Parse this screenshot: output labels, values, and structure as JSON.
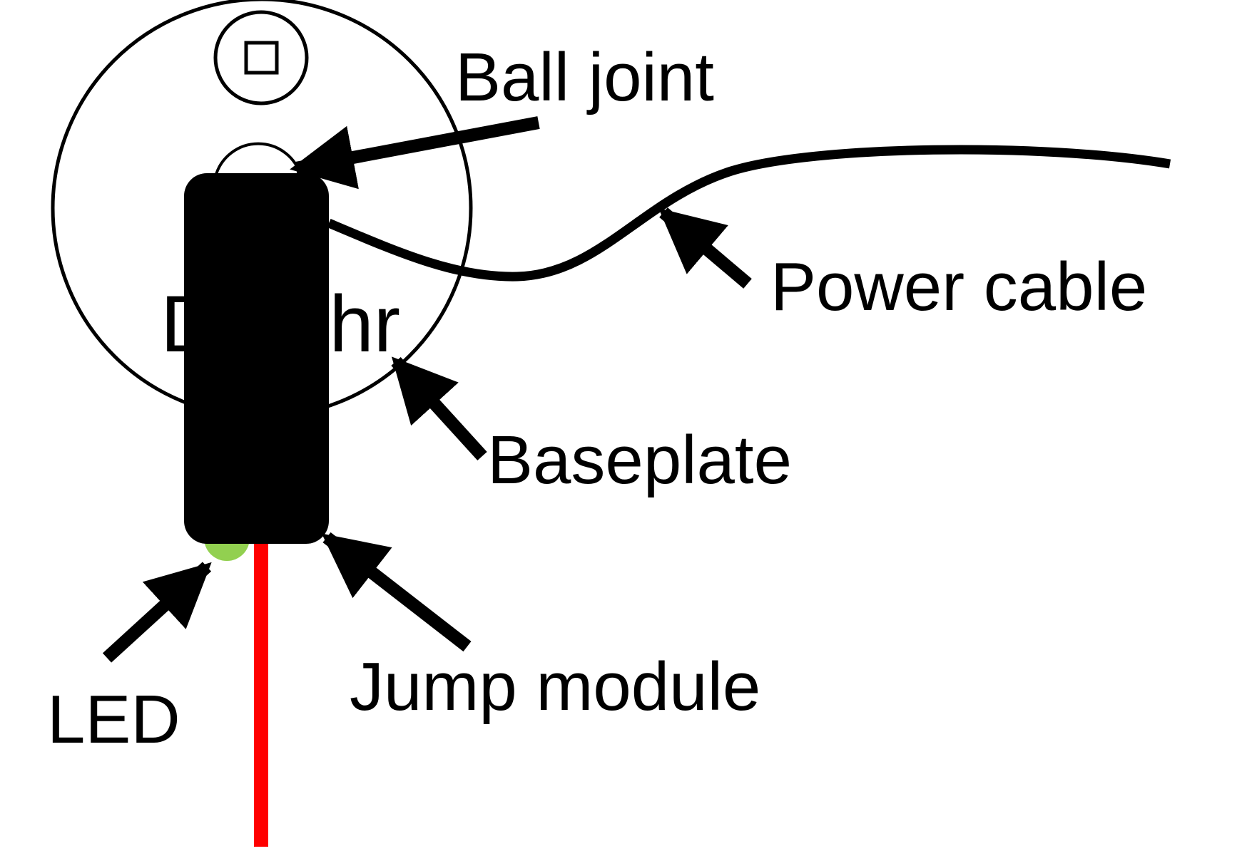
{
  "labels": {
    "ball_joint": "Ball joint",
    "power_cable": "Power cable",
    "baseplate": "Baseplate",
    "jump_module": "Jump module",
    "led": "LED",
    "obscured_text": "D     hr"
  },
  "colors": {
    "line": "#000000",
    "module_fill": "#000000",
    "led": "#92d050",
    "wire": "#ff0000",
    "background": "#ffffff"
  },
  "icons": {
    "ball_joint_marker": "square-icon"
  }
}
